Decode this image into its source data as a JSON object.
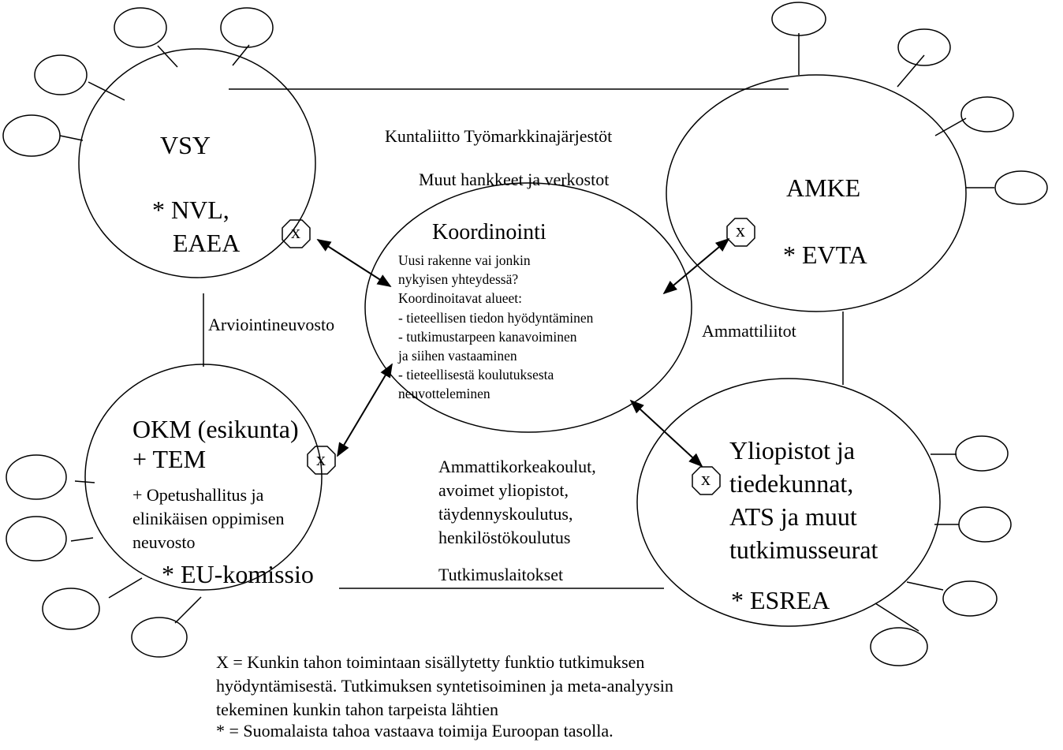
{
  "hubs": {
    "vsy": {
      "title": "VSY",
      "sub1": "* NVL,",
      "sub2": "EAEA"
    },
    "amke": {
      "title": "AMKE",
      "sub": "* EVTA"
    },
    "okm": {
      "title1": "OKM (esikunta)",
      "title2": "+ TEM",
      "sub": "+ Opetushallitus ja\nelinikäisen oppimisen\nneuvosto",
      "eu": "* EU-komissio"
    },
    "yliopistot": {
      "title": "Yliopistot ja\ntiedekunnat,\nATS ja muut\ntutkimusseurat",
      "sub": "* ESREA"
    }
  },
  "center": {
    "title": "Koordinointi",
    "body": "Uusi rakenne vai jonkin\nnykyisen yhteydessä?\nKoordinoitavat alueet:\n- tieteellisen tiedon hyödyntäminen\n- tutkimustarpeen kanavoiminen\n  ja siihen vastaaminen\n- tieteellisestä koulutuksesta\n  neuvotteleminen"
  },
  "connectors": {
    "top": "Kuntaliitto Työmarkkinajärjestöt",
    "top2": "Muut hankkeet ja verkostot",
    "left": "Arviointineuvosto",
    "right": "Ammattiliitot",
    "bottom": "Ammattikorkeakoulut,\navoimet yliopistot,\ntäydennyskoulutus,\nhenkilöstökoulutus",
    "bottom2": "Tutkimuslaitokset"
  },
  "x_markers": [
    "x",
    "x",
    "x",
    "x"
  ],
  "legend": {
    "x_note": "X = Kunkin tahon toimintaan sisällytetty funktio tutkimuksen\nhyödyntämisestä. Tutkimuksen syntetisoiminen ja meta-analyysin\ntekeminen kunkin tahon tarpeista lähtien",
    "star_note": "* = Suomalaista tahoa vastaava toimija Euroopan tasolla."
  }
}
